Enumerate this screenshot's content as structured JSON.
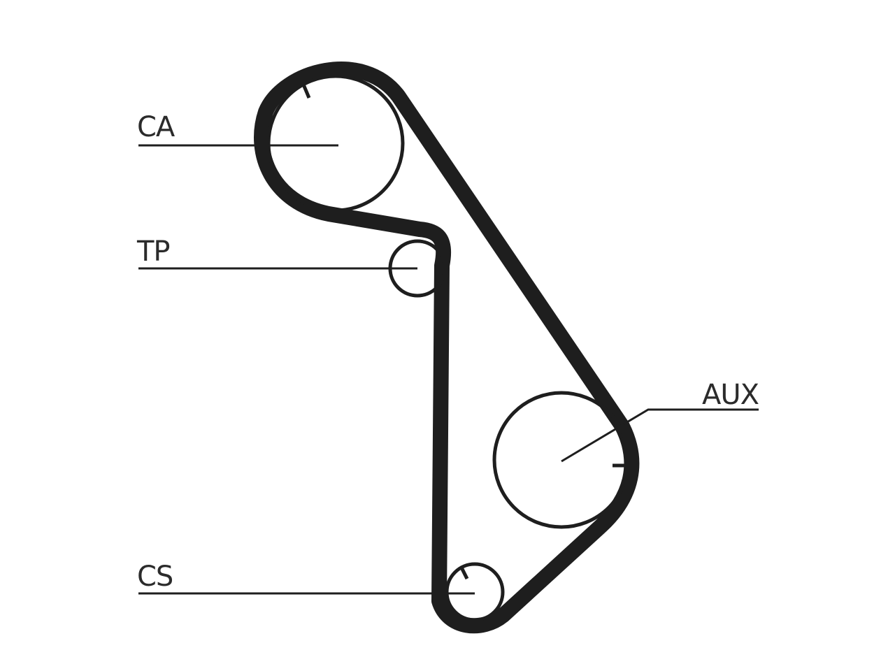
{
  "labels": {
    "camshaft": "CA",
    "tensioner": "TP",
    "auxiliary": "AUX",
    "crankshaft": "CS"
  },
  "colors": {
    "belt": "#1e1e1e",
    "line": "#1e1e1e",
    "background": "#ffffff"
  }
}
